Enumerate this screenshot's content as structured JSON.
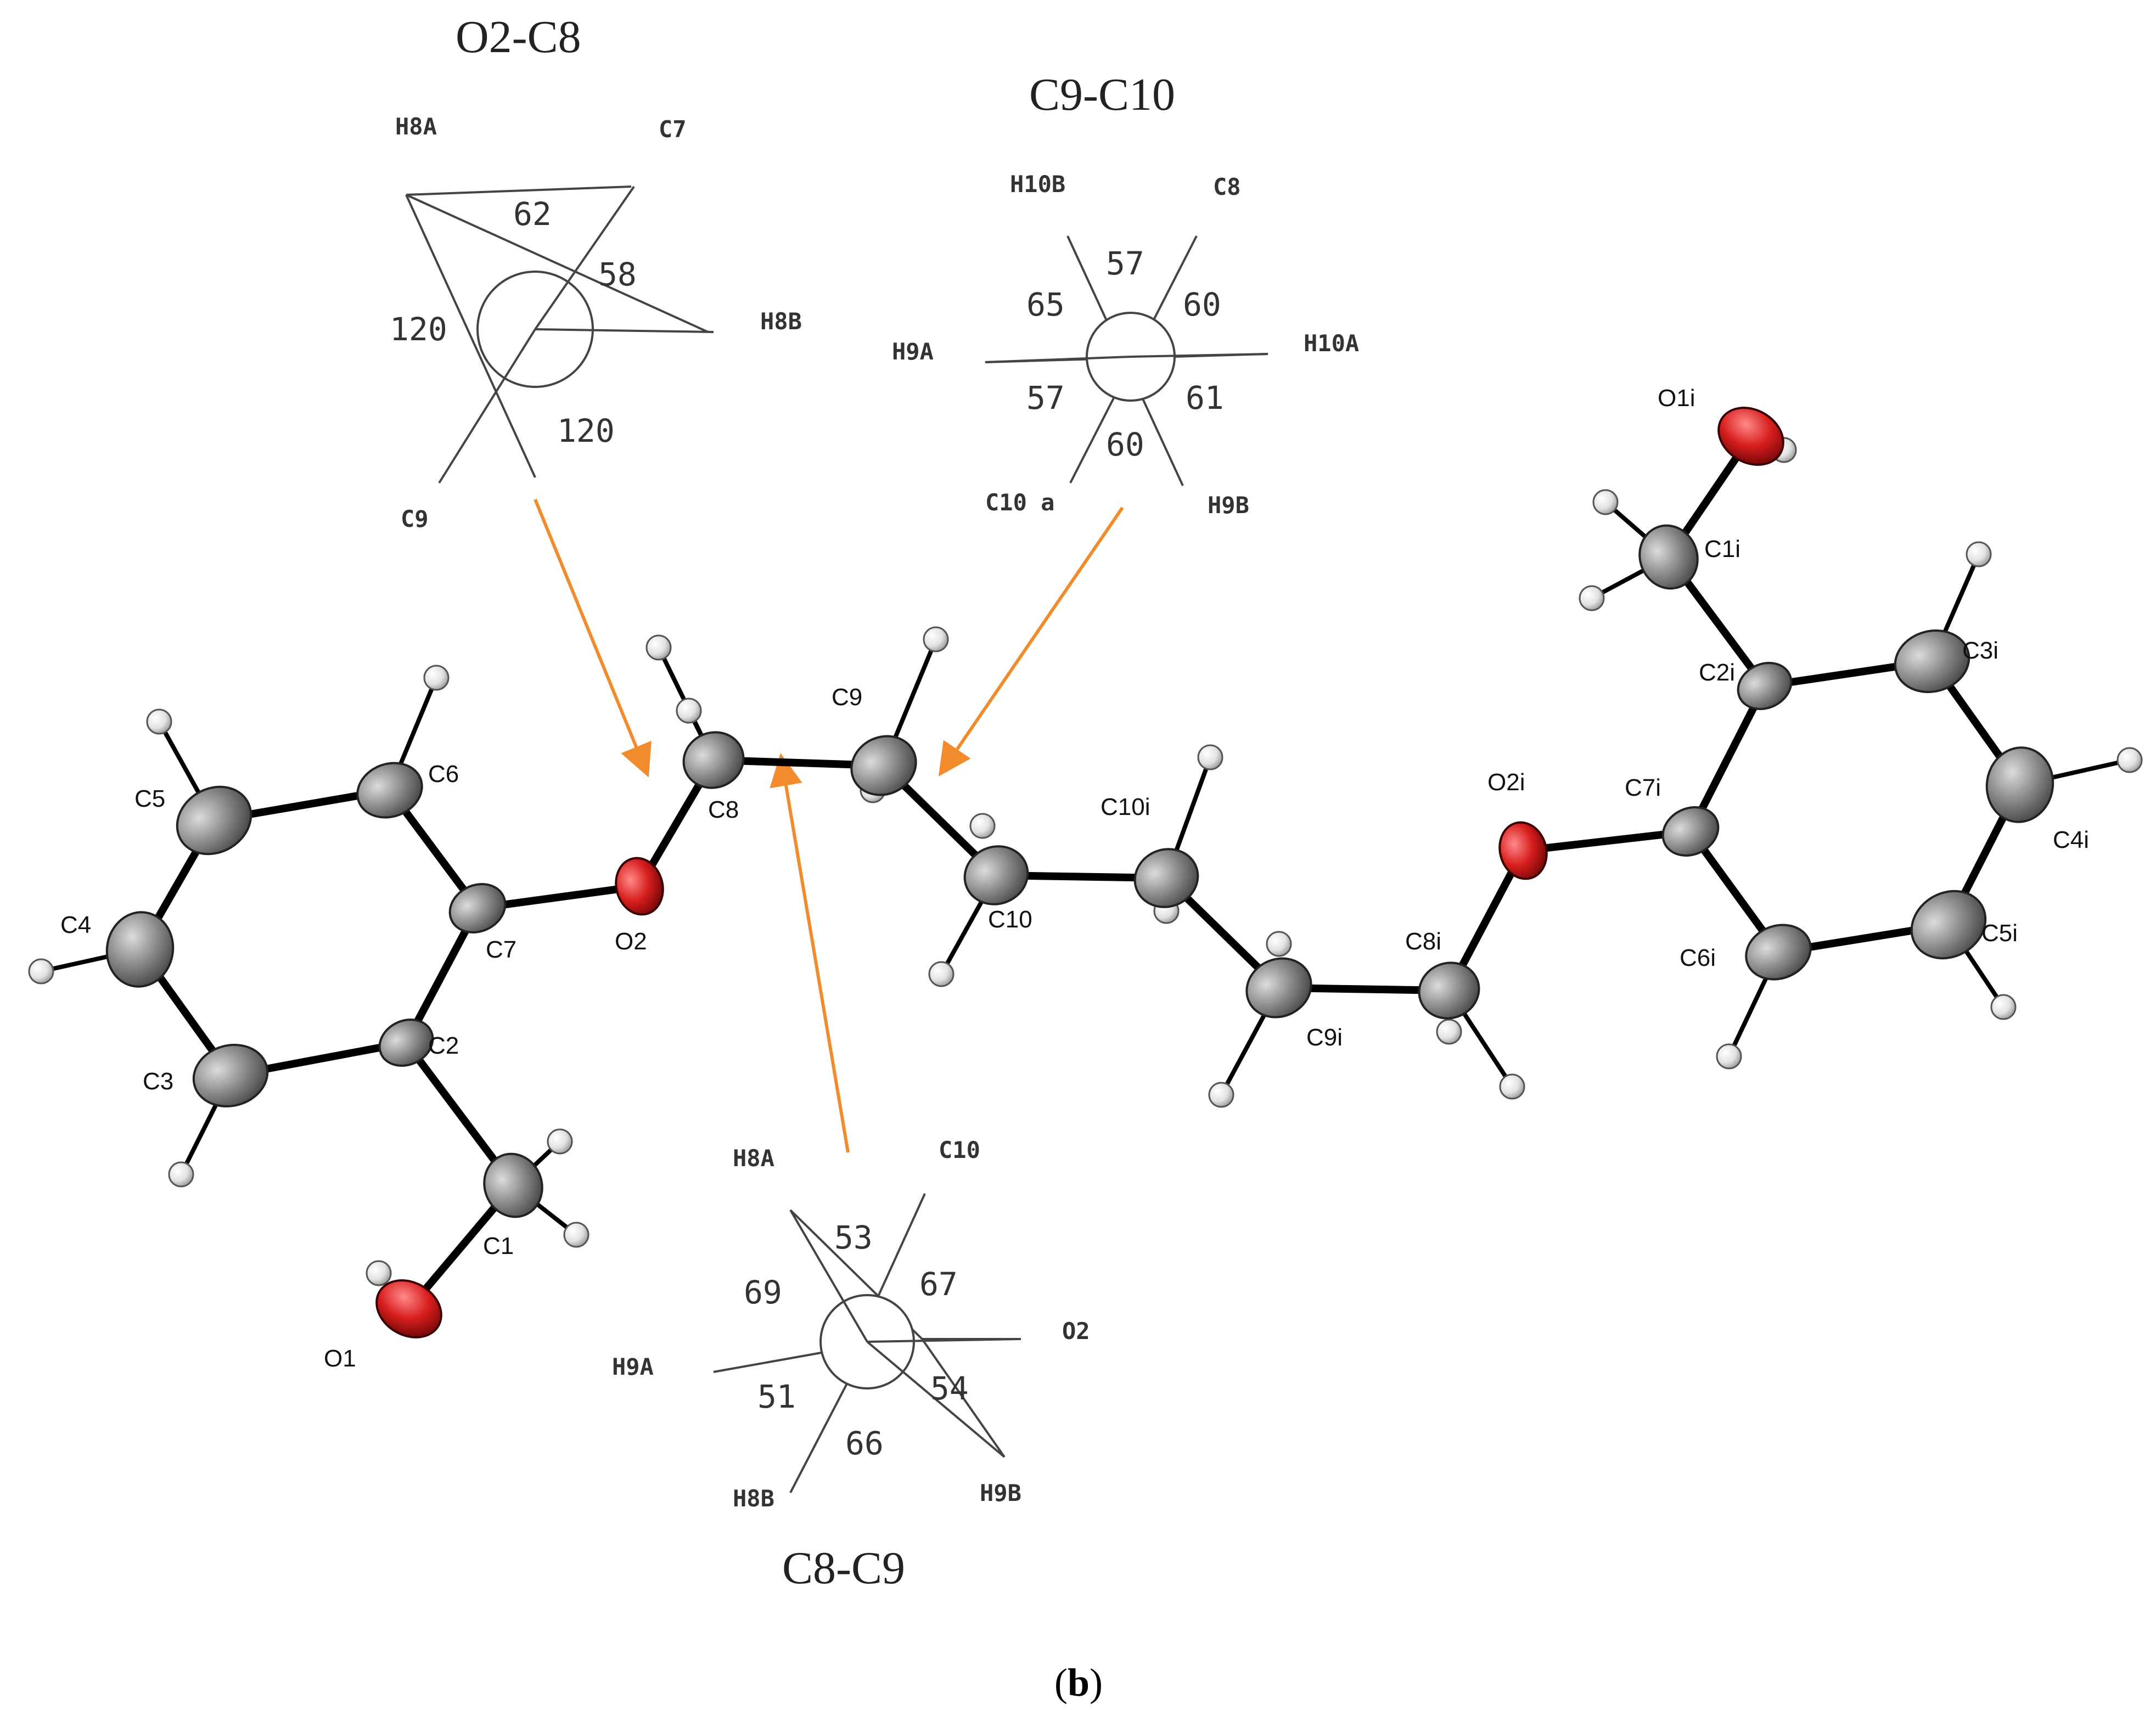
{
  "newman": {
    "o2c8": {
      "title": "O2-C8",
      "labels": {
        "h8a": "H8A",
        "c7": "C7",
        "h8b": "H8B",
        "c9": "C9"
      },
      "angles": {
        "a1": "62",
        "a2": "58",
        "a3": "120",
        "a4": "120"
      }
    },
    "c9c10": {
      "title": "C9-C10",
      "labels": {
        "h10b": "H10B",
        "c8": "C8",
        "h9a": "H9A",
        "h10a": "H10A",
        "c10a": "C10 a",
        "h9b": "H9B"
      },
      "angles": {
        "a1": "57",
        "a2": "65",
        "a3": "60",
        "a4": "57",
        "a5": "61",
        "a6": "60"
      }
    },
    "c8c9": {
      "title": "C8-C9",
      "labels": {
        "h8a": "H8A",
        "c10": "C10",
        "o2": "O2",
        "h9a": "H9A",
        "h8b": "H8B",
        "h9b": "H9B"
      },
      "angles": {
        "a1": "53",
        "a2": "69",
        "a3": "67",
        "a4": "51",
        "a5": "54",
        "a6": "66"
      }
    }
  },
  "atoms": {
    "c1": "C1",
    "c2": "C2",
    "c3": "C3",
    "c4": "C4",
    "c5": "C5",
    "c6": "C6",
    "c7": "C7",
    "c8": "C8",
    "c9": "C9",
    "c10": "C10",
    "o1": "O1",
    "o2": "O2",
    "c1i": "C1i",
    "c2i": "C2i",
    "c3i": "C3i",
    "c4i": "C4i",
    "c5i": "C5i",
    "c6i": "C6i",
    "c7i": "C7i",
    "c8i": "C8i",
    "c9i": "C9i",
    "c10i": "C10i",
    "o1i": "O1i",
    "o2i": "O2i"
  },
  "caption": {
    "open": "(",
    "letter": "b",
    "close": ")"
  },
  "colors": {
    "carbon": "#8a8a8a",
    "oxygen": "#d81e1e",
    "hydrogen": "#e2e2e2",
    "arrow": "#f28b2c",
    "bond": "#000000"
  }
}
